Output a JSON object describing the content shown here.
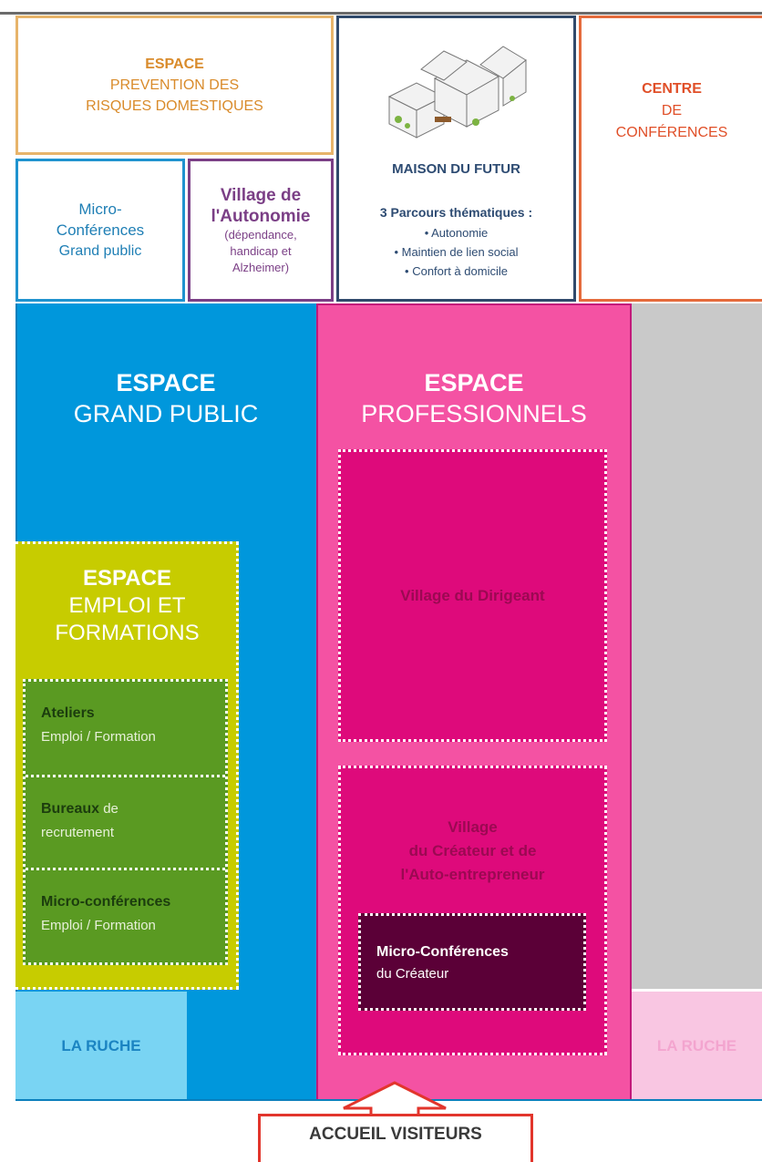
{
  "prevention": {
    "line1": "ESPACE",
    "line2": "PREVENTION DES",
    "line3": "RISQUES DOMESTIQUES"
  },
  "micro_conferences": {
    "line1": "Micro-",
    "line2": "Conférences",
    "line3": "Grand public"
  },
  "village_autonomie": {
    "line1": "Village de",
    "line2": "l'Autonomie",
    "line3": "(dépendance,",
    "line4": "handicap et",
    "line5": "Alzheimer)"
  },
  "maison": {
    "title": "MAISON DU FUTUR",
    "subtitle": "3 Parcours thématiques :",
    "items": [
      "• Autonomie",
      "• Maintien de lien social",
      "• Confort à domicile"
    ]
  },
  "centre": {
    "line1": "CENTRE",
    "line2": "DE",
    "line3": "CONFÉRENCES"
  },
  "grand_public": {
    "line1": "ESPACE",
    "line2": "GRAND PUBLIC"
  },
  "professionnels": {
    "line1": "ESPACE",
    "line2": "PROFESSIONNELS"
  },
  "emploi": {
    "line1": "ESPACE",
    "line2": "EMPLOI ET",
    "line3": "FORMATIONS",
    "items": [
      {
        "bold": "Ateliers",
        "rest": "",
        "line2": "Emploi / Formation"
      },
      {
        "bold": "Bureaux",
        "rest": " de",
        "line2": "recrutement"
      },
      {
        "bold": "Micro-conférences",
        "rest": "",
        "line2": "Emploi / Formation"
      }
    ]
  },
  "dirigeant": "Village du Dirigeant",
  "createur": {
    "line1": "Village",
    "line2": "du Créateur et de",
    "line3": "l'Auto-entrepreneur"
  },
  "micro_createur": {
    "line1": "Micro-Conférences",
    "line2": "du Créateur"
  },
  "ruche_left": "LA RUCHE",
  "ruche_right": "LA RUCHE",
  "accueil": "ACCUEIL VISITEURS"
}
